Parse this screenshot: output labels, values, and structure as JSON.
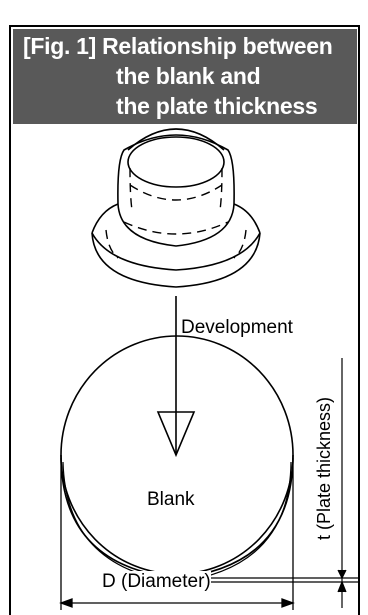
{
  "figure": {
    "header_line1": "[Fig. 1] Relationship between",
    "header_line2": "the blank and",
    "header_line3": "the plate thickness",
    "header_bg": "#595959",
    "header_text_color": "#ffffff"
  },
  "labels": {
    "development": "Development",
    "blank": "Blank",
    "thickness": "t (Plate thickness)",
    "diameter": "D (Diameter)"
  }
}
